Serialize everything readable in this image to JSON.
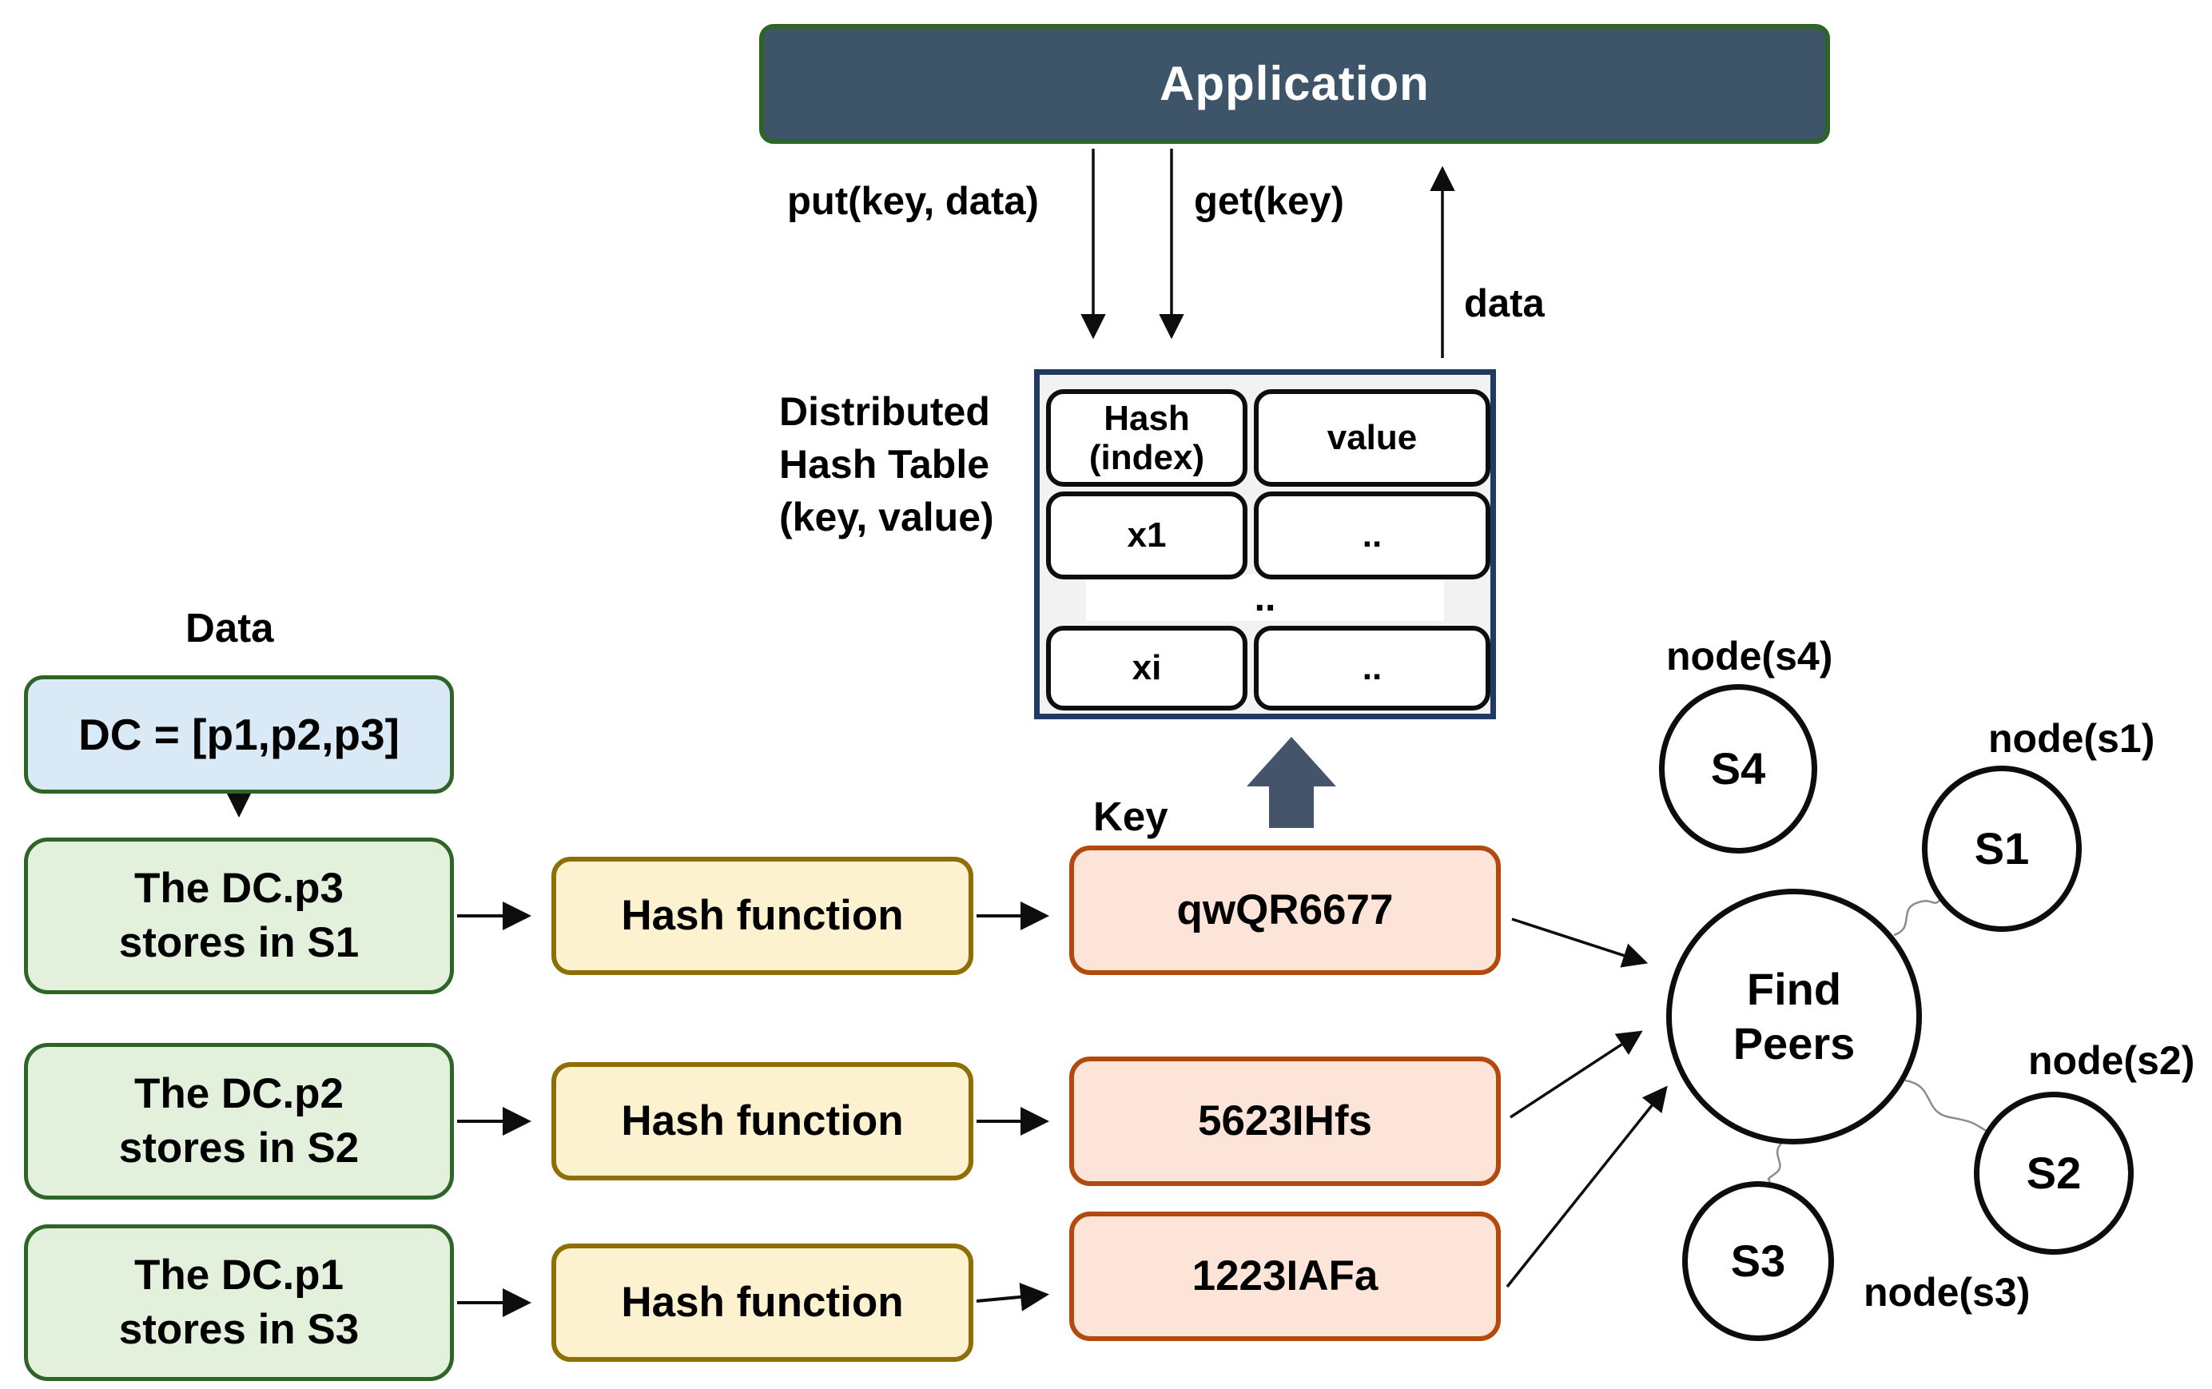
{
  "application": {
    "label": "Application"
  },
  "flows": {
    "put_label": "put(key, data)",
    "get_label": "get(key)",
    "data_label": "data"
  },
  "dht": {
    "side_label_line1": "Distributed",
    "side_label_line2": "Hash Table",
    "side_label_line3": "(key, value)",
    "header_hash_line1": "Hash",
    "header_hash_line2": "(index)",
    "header_value": "value",
    "row1_key": "x1",
    "row1_value": "..",
    "separator": "..",
    "row2_key": "xi",
    "row2_value": ".."
  },
  "data_section": {
    "title": "Data",
    "source": "DC = [p1,p2,p3]",
    "key_label": "Key"
  },
  "pipeline_rows": [
    {
      "store_line1": "The DC.p3",
      "store_line2": "stores in S1",
      "hash_label": "Hash function",
      "key": "qwQR6677"
    },
    {
      "store_line1": "The DC.p2",
      "store_line2": "stores in S2",
      "hash_label": "Hash function",
      "key": "5623IHfs"
    },
    {
      "store_line1": "The DC.p1",
      "store_line2": "stores in S3",
      "hash_label": "Hash function",
      "key": "1223IAFa"
    }
  ],
  "network": {
    "find_peers_line1": "Find",
    "find_peers_line2": "Peers",
    "s4_label": "node(s4)",
    "s4_name": "S4",
    "s1_label": "node(s1)",
    "s1_name": "S1",
    "s2_label": "node(s2)",
    "s2_name": "S2",
    "s3_label": "node(s3)",
    "s3_name": "S3"
  },
  "colors": {
    "application_fill": "#3E5569",
    "green_border": "#2E6428",
    "green_fill": "#E3F0DC",
    "blue_fill": "#D9E9F6",
    "yellow_fill": "#FCF2D0",
    "yellow_border": "#8E6F06",
    "orange_fill": "#FCE5D8",
    "orange_border": "#B24A10",
    "table_border": "#203A64",
    "table_fill": "#F2F2F2",
    "block_arrow_fill": "#44546A"
  }
}
